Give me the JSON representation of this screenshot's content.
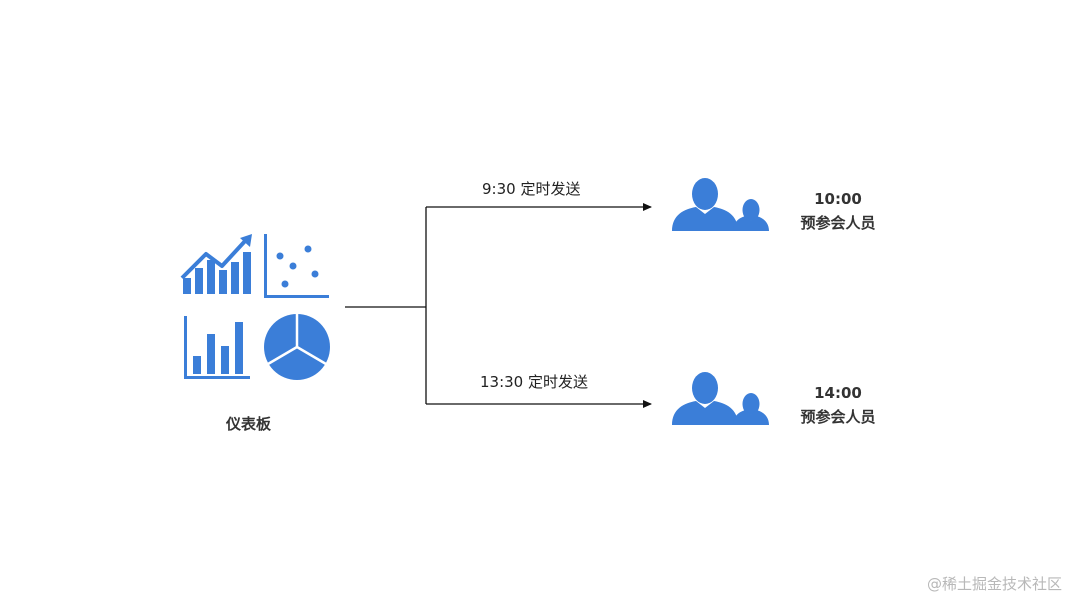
{
  "dashboard": {
    "label": "仪表板",
    "icons": [
      "line-chart-icon",
      "scatter-plot-icon",
      "bar-chart-icon",
      "pie-chart-icon"
    ]
  },
  "branches": [
    {
      "edge_label": "9:30 定时发送",
      "time": "10:00",
      "audience": "预参会人员",
      "icon": "people-icon"
    },
    {
      "edge_label": "13:30 定时发送",
      "time": "14:00",
      "audience": "预参会人员",
      "icon": "people-icon"
    }
  ],
  "watermark": "@稀土掘金技术社区",
  "colors": {
    "accent": "#3b7ed8",
    "line": "#111111"
  }
}
